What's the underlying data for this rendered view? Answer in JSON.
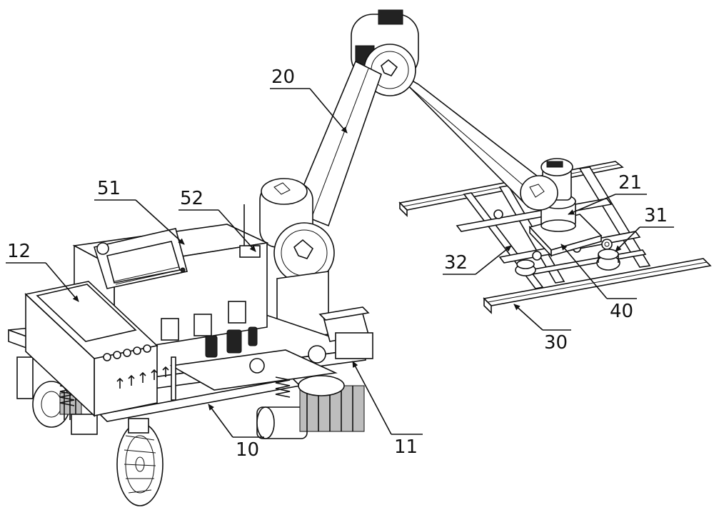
{
  "labels": {
    "l20": "20",
    "l21": "21",
    "l51": "51",
    "l52": "52",
    "l12": "12",
    "l31": "31",
    "l32": "32",
    "l40": "40",
    "l30": "30",
    "l10": "10",
    "l11": "11"
  }
}
